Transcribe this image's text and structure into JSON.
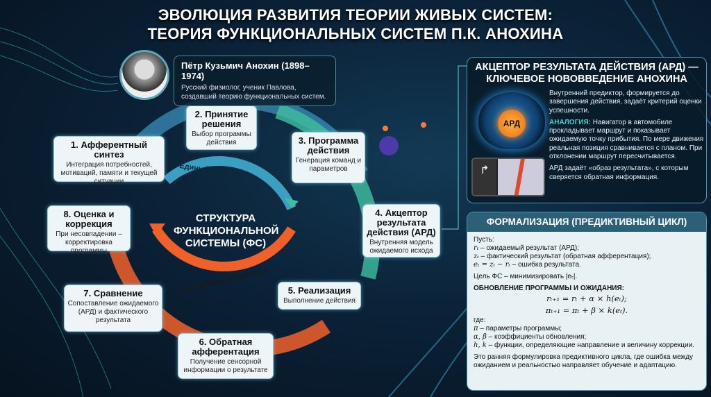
{
  "title": {
    "line1": "ЭВОЛЮЦИЯ РАЗВИТИЯ ТЕОРИИ ЖИВЫХ СИСТЕМ:",
    "line2": "ТЕОРИЯ ФУНКЦИОНАЛЬНЫХ СИСТЕМ П.К. АНОХИНА"
  },
  "bio": {
    "name": "Пётр Кузьмич Анохин (1898–1974)",
    "desc": "Русский физиолог, ученик Павлова, создавший теорию функциональных систем."
  },
  "cycle": {
    "center": "СТРУКТУРА ФУНКЦИОНАЛЬНОЙ СИСТЕМЫ (ФС)",
    "inner_label_top": "Единый цикл",
    "inner_label_bottom": "Достижение результата",
    "steps": [
      {
        "title": "1. Афферентный синтез",
        "desc": "Интеграция потребностей, мотиваций, памяти и текущей ситуации"
      },
      {
        "title": "2. Принятие решения",
        "desc": "Выбор программы действия"
      },
      {
        "title": "3. Программа действия",
        "desc": "Генерация команд и параметров"
      },
      {
        "title": "4. Акцептор результата действия (АРД)",
        "desc": "Внутренняя модель ожидаемого исхода"
      },
      {
        "title": "5. Реализация",
        "desc": "Выполнение действия"
      },
      {
        "title": "6. Обратная афферентация",
        "desc": "Получение сенсорной информации о результате"
      },
      {
        "title": "7. Сравнение",
        "desc": "Сопоставление ожидаемого (АРД) и фактического результата"
      },
      {
        "title": "8. Оценка и коррекция",
        "desc": "При несовпадении – корректировка программы"
      }
    ]
  },
  "ard_panel": {
    "title": "АКЦЕПТОР РЕЗУЛЬТАТА ДЕЙСТВИЯ (АРД) — КЛЮЧЕВОЕ НОВОВВЕДЕНИЕ АНОХИНА",
    "badge": "АРД",
    "p1": "Внутренний предиктор, формируется до завершения действия, задаёт критерий оценки успешности.",
    "analogy_label": "АНАЛОГИЯ:",
    "analogy": " Навигатор в автомобиле прокладывает маршрут и показывает ожидаемую точку прибытия. По мере движения реальная позиция сравнивается с планом. При отклонении маршрут пересчитывается.",
    "p3": "АРД задаёт «образ результата», с которым сверяется обратная информация."
  },
  "formal_panel": {
    "title": "ФОРМАЛИЗАЦИЯ (ПРЕДИКТИВНЫЙ ЦИКЛ)",
    "let": "Пусть:",
    "defs": [
      {
        "sym": "rₜ",
        "text": " – ожидаемый результат (АРД);"
      },
      {
        "sym": "zₜ",
        "text": " – фактический результат (обратная афферентация);"
      },
      {
        "sym": "eₜ = zₜ − rₜ",
        "text": " – ошибка результата."
      }
    ],
    "goal": "Цель ФС – минимизировать |eₜ|.",
    "update_title": "ОБНОВЛЕНИЕ ПРОГРАММЫ И ОЖИДАНИЯ:",
    "eq1": "rₜ₊₁ = rₜ + α × h(eₜ);",
    "eq2": "πₜ₊₁ = πₜ + β × k(eₜ).",
    "where": "где:",
    "where_defs": [
      {
        "sym": "π",
        "text": " – параметры программы;"
      },
      {
        "sym": "α, β",
        "text": " – коэффициенты обновления;"
      },
      {
        "sym": "h, k",
        "text": " – функции, определяющие направление и величину коррекции."
      }
    ],
    "conclusion": "Это ранняя формулировка предиктивного цикла, где ошибка между ожиданием и реальностью направляет обучение и адаптацию."
  },
  "colors": {
    "teal": "#3fbfa0",
    "orange": "#f0612a",
    "blue": "#3a8fc0",
    "panel_header": "#2c5f78"
  }
}
